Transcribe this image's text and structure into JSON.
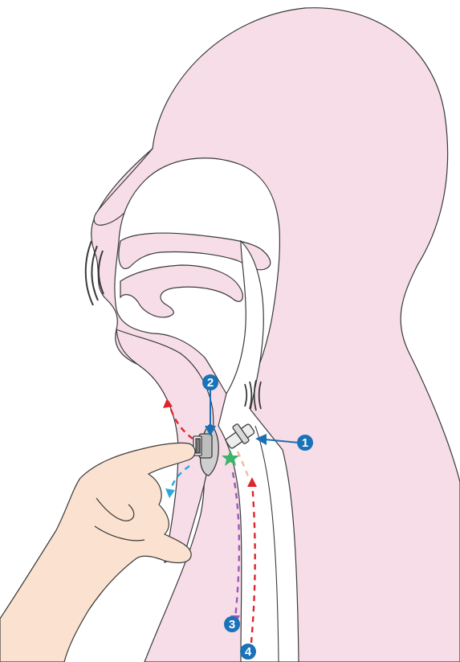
{
  "callouts": [
    {
      "id": "callout-1",
      "label": "1"
    },
    {
      "id": "callout-2",
      "label": "2"
    },
    {
      "id": "callout-3",
      "label": "3"
    },
    {
      "id": "callout-4",
      "label": "4"
    }
  ],
  "colors": {
    "skin": "#f6dde8",
    "outline": "#3a3a3a",
    "hand": "#fbe1cf",
    "badge": "#1a73b8",
    "arrow_blue": "#1b6fb5",
    "airflow_red": "#e0252b",
    "airflow_blue": "#28a8dc",
    "airflow_purple": "#9a5bb5",
    "airflow_peach": "#f3b9a4",
    "star_green": "#3bb56b"
  }
}
